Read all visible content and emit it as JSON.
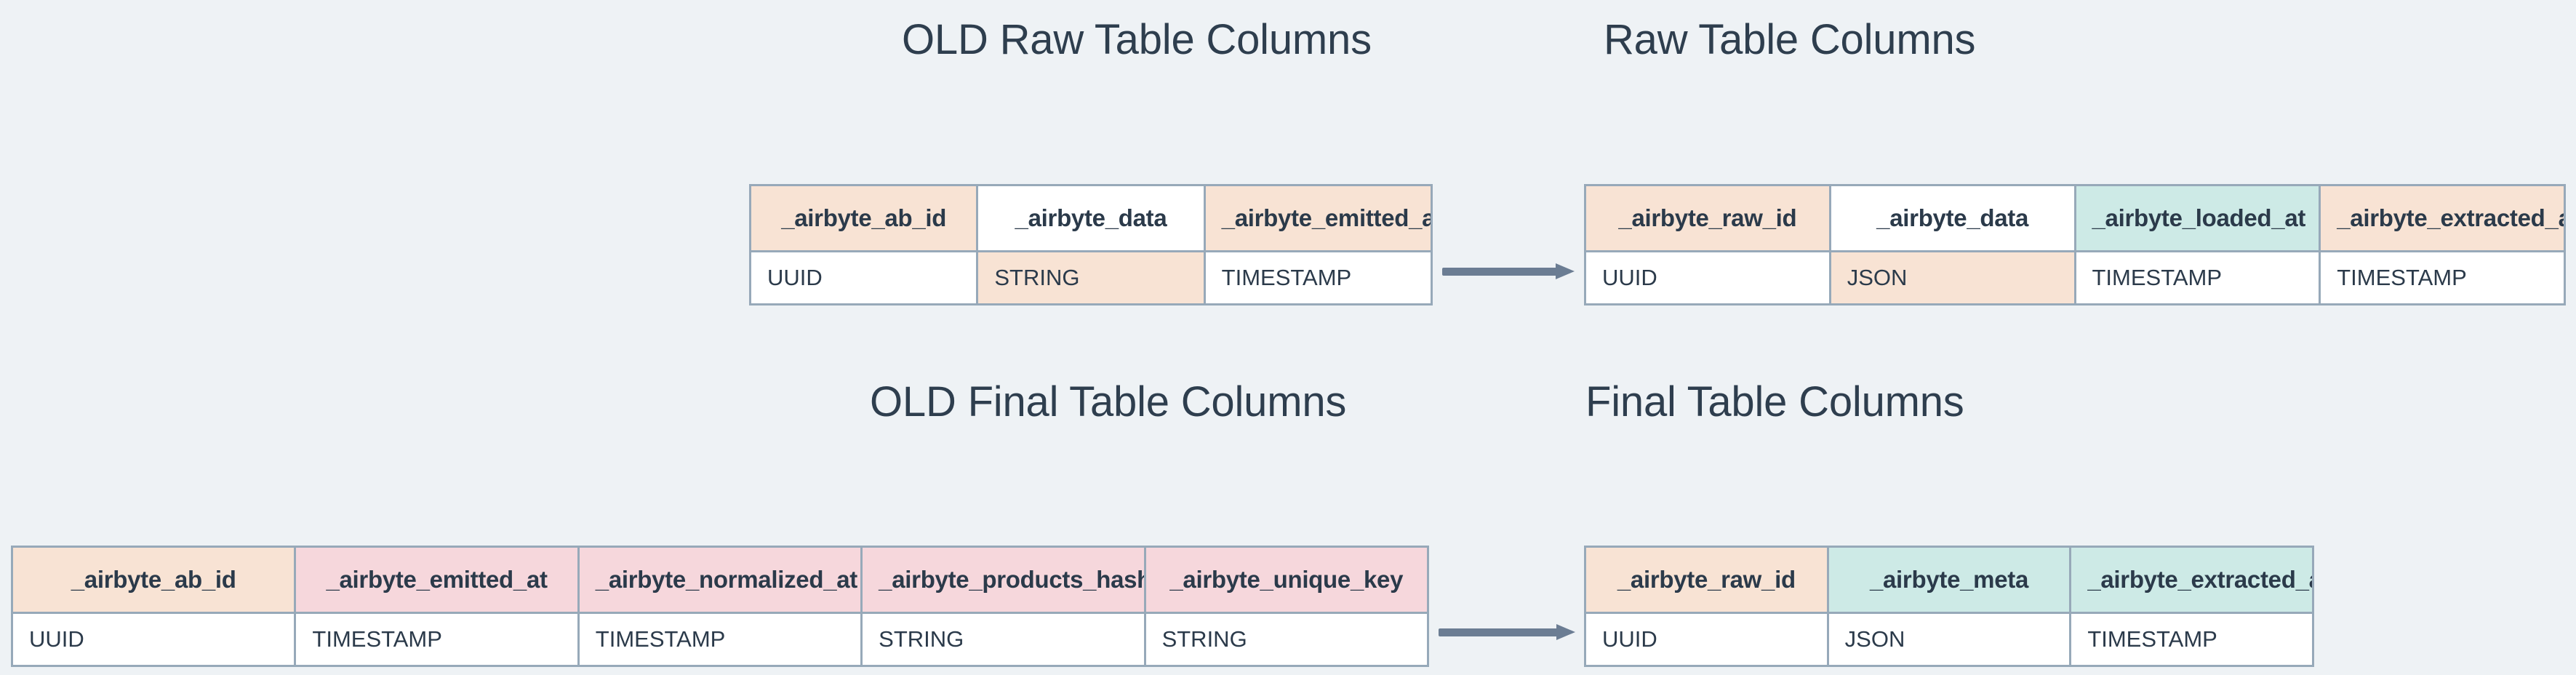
{
  "background_color": "#eef2f5",
  "palette": {
    "peach": "#f8e3d4",
    "teal": "#cdeae6",
    "pink": "#f6d7dc",
    "white": "#ffffff",
    "border": "#97a9b9",
    "text": "#2b3a4a",
    "arrow": "#6b7d93"
  },
  "sections": {
    "raw": {
      "old_title": "OLD Raw Table Columns",
      "new_title": "Raw Table Columns",
      "old_table": {
        "columns": [
          {
            "name": "_airbyte_ab_id",
            "type": "UUID",
            "header_color": "peach",
            "type_color": "white"
          },
          {
            "name": "_airbyte_data",
            "type": "STRING",
            "header_color": "white",
            "type_color": "peach"
          },
          {
            "name": "_airbyte_emitted_at",
            "type": "TIMESTAMP",
            "header_color": "peach",
            "type_color": "white"
          }
        ]
      },
      "new_table": {
        "columns": [
          {
            "name": "_airbyte_raw_id",
            "type": "UUID",
            "header_color": "peach",
            "type_color": "white"
          },
          {
            "name": "_airbyte_data",
            "type": "JSON",
            "header_color": "white",
            "type_color": "peach"
          },
          {
            "name": "_airbyte_loaded_at",
            "type": "TIMESTAMP",
            "header_color": "teal",
            "type_color": "white"
          },
          {
            "name": "_airbyte_extracted_at",
            "type": "TIMESTAMP",
            "header_color": "peach",
            "type_color": "white"
          }
        ]
      }
    },
    "final": {
      "old_title": "OLD Final Table Columns",
      "new_title": "Final Table Columns",
      "old_table": {
        "columns": [
          {
            "name": "_airbyte_ab_id",
            "type": "UUID",
            "header_color": "peach",
            "type_color": "white"
          },
          {
            "name": "_airbyte_emitted_at",
            "type": "TIMESTAMP",
            "header_color": "pink",
            "type_color": "white"
          },
          {
            "name": "_airbyte_normalized_at",
            "type": "TIMESTAMP",
            "header_color": "pink",
            "type_color": "white"
          },
          {
            "name": "_airbyte_products_hashid",
            "type": "STRING",
            "header_color": "pink",
            "type_color": "white"
          },
          {
            "name": "_airbyte_unique_key",
            "type": "STRING",
            "header_color": "pink",
            "type_color": "white"
          }
        ]
      },
      "new_table": {
        "columns": [
          {
            "name": "_airbyte_raw_id",
            "type": "UUID",
            "header_color": "peach",
            "type_color": "white"
          },
          {
            "name": "_airbyte_meta",
            "type": "JSON",
            "header_color": "teal",
            "type_color": "white"
          },
          {
            "name": "_airbyte_extracted_at",
            "type": "TIMESTAMP",
            "header_color": "teal",
            "type_color": "white"
          }
        ]
      }
    }
  },
  "arrows": {
    "raw_label": "transforms-to-arrow",
    "final_label": "transforms-to-arrow"
  }
}
